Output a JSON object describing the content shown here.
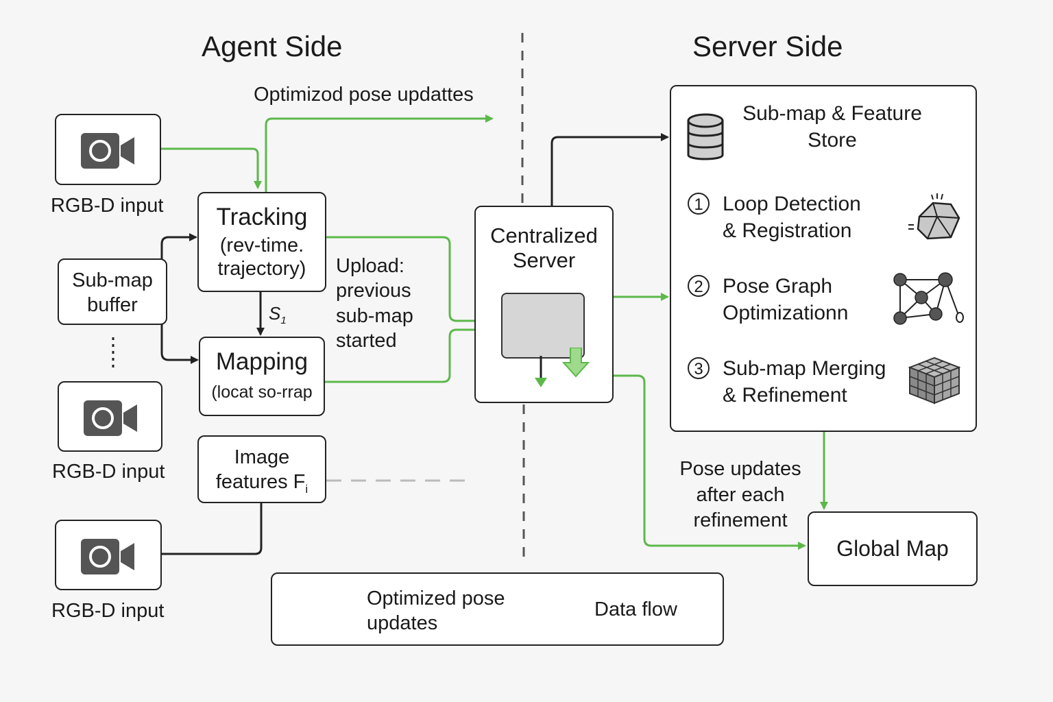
{
  "titles": {
    "agent_side": "Agent Side",
    "server_side": "Server Side"
  },
  "top_arrow_label": "Optimizod pose updattes",
  "agent": {
    "rgbd_label_1": "RGB-D input",
    "rgbd_label_2": "RGB-D input",
    "rgbd_label_3": "RGB-D input",
    "submap_buffer": [
      "Sub-map",
      "buffer"
    ],
    "tracking": {
      "title": "Tracking",
      "line2": "(rev-time.",
      "line3": "trajectory)"
    },
    "s1_label": "S",
    "s1_sub": "1",
    "mapping": {
      "title": "Mapping",
      "line2": "(locat so-rrap"
    },
    "image_features": {
      "line1": "Image",
      "line2": "features F",
      "sub": "i"
    },
    "upload_label": [
      "Upload:",
      "previous",
      "sub-map",
      "started"
    ]
  },
  "server": {
    "centralized": [
      "Centralized",
      "Server"
    ],
    "store": [
      "Sub-map & Feature",
      "Store"
    ],
    "steps": [
      {
        "num": "1",
        "line1": "Loop Detection",
        "line2": "& Registration"
      },
      {
        "num": "2",
        "line1": "Pose Graph",
        "line2": "Optimizationn"
      },
      {
        "num": "3",
        "line1": "Sub-map Merging",
        "line2": "& Refinement"
      }
    ],
    "pose_updates_label": [
      "Pose updates",
      "after each",
      "refinement"
    ],
    "global_map": "Global Map"
  },
  "legend": {
    "green_label": [
      "Optimized pose",
      "updates"
    ],
    "black_label": "Data flow"
  },
  "colors": {
    "green": "#5cb84a",
    "dark": "#222222",
    "icon_gray": "#555555"
  },
  "icons": [
    "camera-icon",
    "database-icon",
    "crystal-icon",
    "graph-icon",
    "cube-icon"
  ]
}
